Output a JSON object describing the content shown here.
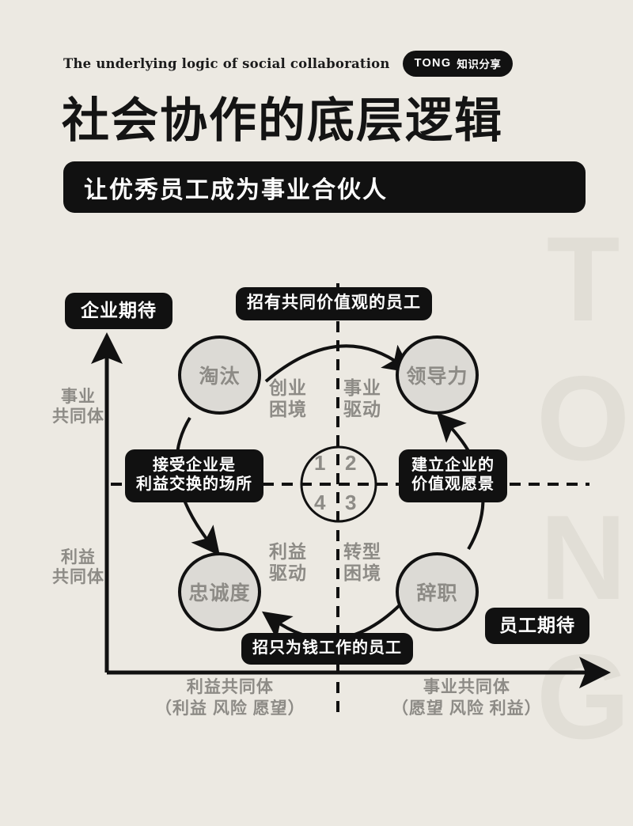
{
  "header": {
    "eyebrow": "The underlying logic of social collaboration",
    "badge_en": "TONG",
    "badge_cn": "知识分享",
    "title": "社会协作的底层逻辑",
    "subtitle": "让优秀员工成为事业合伙人"
  },
  "watermark": "TONG",
  "colors": {
    "background": "#ece9e2",
    "ink": "#111111",
    "node_fill": "#dcdad5",
    "muted_text": "#8d8b86",
    "watermark": "#e1ded6"
  },
  "chart_data": {
    "type": "scatter",
    "title": "社会协作的底层逻辑",
    "xlabel": "员工期待",
    "ylabel": "企业期待",
    "grid": false,
    "legend_position": "none",
    "axes": {
      "y_axis_badge": "企业期待",
      "x_axis_badge": "员工期待",
      "y_ticks": [
        "事业共同体",
        "利益共同体"
      ],
      "x_ticks": [
        "利益共同体",
        "事业共同体"
      ],
      "x_tick_subtitles": [
        "（利益 风险 愿望）",
        "（愿望 风险 利益）"
      ],
      "y_tick_lines": [
        [
          "事业",
          "共同体"
        ],
        [
          "利益",
          "共同体"
        ]
      ]
    },
    "quadrant_numbers": [
      "1",
      "2",
      "4",
      "3"
    ],
    "quadrants": [
      {
        "number": "1",
        "driver_lines": [
          "创业",
          "困境"
        ],
        "node": "淘汰",
        "position": "top-left"
      },
      {
        "number": "2",
        "driver_lines": [
          "事业",
          "驱动"
        ],
        "node": "领导力",
        "position": "top-right"
      },
      {
        "number": "3",
        "driver_lines": [
          "转型",
          "困境"
        ],
        "node": "辞职",
        "position": "bottom-right"
      },
      {
        "number": "4",
        "driver_lines": [
          "利益",
          "驱动"
        ],
        "node": "忠诚度",
        "position": "bottom-left"
      }
    ],
    "annotations": [
      {
        "id": "top-banner",
        "text": "招有共同价值观的员工",
        "position": "top"
      },
      {
        "id": "bottom-banner",
        "text": "招只为钱工作的员工",
        "position": "bottom"
      },
      {
        "id": "left-callout",
        "lines": [
          "接受企业是",
          "利益交换的场所"
        ],
        "position": "left"
      },
      {
        "id": "right-callout",
        "lines": [
          "建立企业的",
          "价值观愿景"
        ],
        "position": "right"
      }
    ],
    "flows": [
      {
        "from": "淘汰",
        "to": "领导力",
        "label": "招有共同价值观的员工"
      },
      {
        "from": "辞职",
        "to": "忠诚度",
        "label": "招只为钱工作的员工"
      },
      {
        "from": "淘汰",
        "to": "忠诚度",
        "label": "接受企业是利益交换的场所"
      },
      {
        "from": "辞职",
        "to": "领导力",
        "label": "建立企业的价值观愿景"
      }
    ]
  }
}
